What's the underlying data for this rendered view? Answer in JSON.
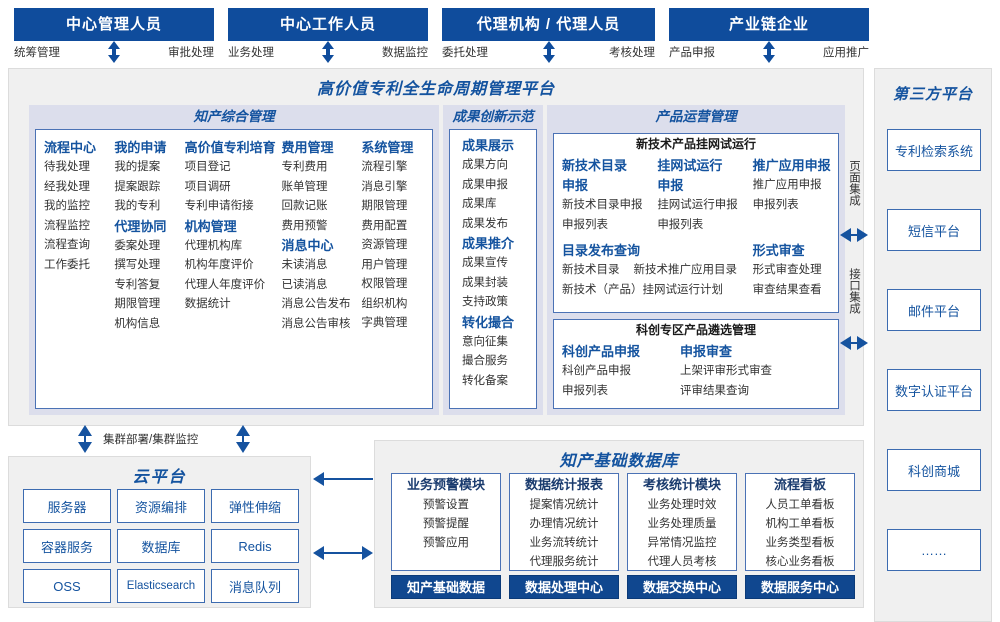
{
  "actors": [
    {
      "title": "中心管理人员",
      "left_label": "统筹管理",
      "right_label": "审批处理"
    },
    {
      "title": "中心工作人员",
      "left_label": "业务处理",
      "right_label": "数据监控"
    },
    {
      "title": "代理机构 / 代理人员",
      "left_label": "委托处理",
      "right_label": "考核处理"
    },
    {
      "title": "产业链企业",
      "left_label": "产品申报",
      "right_label": "应用推广"
    }
  ],
  "platform": {
    "title": "高价值专利全生命周期管理平台",
    "sections": {
      "ip_mgmt": {
        "title": "知产综合管理",
        "columns": [
          {
            "groups": [
              {
                "head": "流程中心",
                "items": [
                  "待我处理",
                  "经我处理",
                  "我的监控",
                  "流程监控",
                  "流程查询",
                  "工作委托"
                ]
              }
            ]
          },
          {
            "groups": [
              {
                "head": "我的申请",
                "items": [
                  "我的提案",
                  "提案跟踪",
                  "我的专利"
                ]
              },
              {
                "head": "代理协同",
                "items": [
                  "委案处理",
                  "撰写处理",
                  "专利答复",
                  "期限管理",
                  "机构信息"
                ]
              }
            ]
          },
          {
            "groups": [
              {
                "head": "高价值专利培育",
                "items": [
                  "项目登记",
                  "项目调研",
                  "专利申请衔接"
                ]
              },
              {
                "head": "机构管理",
                "items": [
                  "代理机构库",
                  "机构年度评价",
                  "代理人年度评价",
                  "数据统计"
                ]
              }
            ]
          },
          {
            "groups": [
              {
                "head": "费用管理",
                "items": [
                  "专利费用",
                  "账单管理",
                  "回款记账",
                  "费用预警"
                ]
              },
              {
                "head": "消息中心",
                "items": [
                  "未读消息",
                  "已读消息",
                  "消息公告发布",
                  "消息公告审核"
                ]
              }
            ]
          },
          {
            "groups": [
              {
                "head": "系统管理",
                "items": [
                  "流程引擎",
                  "消息引擎",
                  "期限管理",
                  "费用配置",
                  "资源管理",
                  "用户管理",
                  "权限管理",
                  "组织机构",
                  "字典管理"
                ]
              }
            ]
          }
        ]
      },
      "achievement": {
        "title": "成果创新示范",
        "groups": [
          {
            "head": "成果展示",
            "items": [
              "成果方向",
              "成果申报",
              "成果库",
              "成果发布"
            ]
          },
          {
            "head": "成果推介",
            "items": [
              "成果宣传",
              "成果封装",
              "支持政策"
            ]
          },
          {
            "head": "转化撮合",
            "items": [
              "意向征集",
              "撮合服务",
              "转化备案"
            ]
          }
        ]
      },
      "product_ops": {
        "title": "产品运营管理",
        "panel_a": {
          "title": "新技术产品挂网试运行",
          "row1": [
            {
              "head": "新技术目录申报",
              "items": [
                "新技术目录申报",
                "申报列表"
              ]
            },
            {
              "head": "挂网试运行申报",
              "items": [
                "挂网试运行申报",
                "申报列表"
              ]
            },
            {
              "head": "推广应用申报",
              "items": [
                "推广应用申报",
                "申报列表"
              ]
            }
          ],
          "row2_left": {
            "head": "目录发布查询",
            "items_inline": [
              "新技术目录",
              "新技术推广应用目录"
            ],
            "items": [
              "新技术（产品）挂网试运行计划"
            ]
          },
          "row2_right": {
            "head": "形式审查",
            "items": [
              "形式审查处理",
              "审查结果查看"
            ]
          }
        },
        "panel_b": {
          "title": "科创专区产品遴选管理",
          "columns": [
            {
              "head": "科创产品申报",
              "items": [
                "科创产品申报",
                "申报列表"
              ]
            },
            {
              "head": "申报审查",
              "items": [
                "上架评审形式审查",
                "评审结果查询"
              ]
            }
          ]
        }
      }
    }
  },
  "integration": {
    "page_integration": "页面集成",
    "api_integration": "接口集成"
  },
  "third_party": {
    "title": "第三方平台",
    "items": [
      "专利检索系统",
      "短信平台",
      "邮件平台",
      "数字认证平台",
      "科创商城",
      "……"
    ]
  },
  "cloud": {
    "cluster_label": "集群部署/集群监控",
    "title": "云平台",
    "cells": [
      "服务器",
      "资源编排",
      "弹性伸缩",
      "容器服务",
      "数据库",
      "Redis",
      "OSS",
      "Elasticsearch",
      "消息队列"
    ]
  },
  "database": {
    "title": "知产基础数据库",
    "columns": [
      {
        "head": "业务预警模块",
        "items": [
          "预警设置",
          "预警提醒",
          "预警应用"
        ],
        "foot": "知产基础数据"
      },
      {
        "head": "数据统计报表",
        "items": [
          "提案情况统计",
          "办理情况统计",
          "业务流转统计",
          "代理服务统计"
        ],
        "foot": "数据处理中心"
      },
      {
        "head": "考核统计模块",
        "items": [
          "业务处理时效",
          "业务处理质量",
          "异常情况监控",
          "代理人员考核"
        ],
        "foot": "数据交换中心"
      },
      {
        "head": "流程看板",
        "items": [
          "人员工单看板",
          "机构工单看板",
          "业务类型看板",
          "核心业务看板"
        ],
        "foot": "数据服务中心"
      }
    ]
  },
  "colors": {
    "primary_blue": "#0f4c9c",
    "title_blue": "#14539f",
    "section_band": "#dcdeec",
    "frame_bg": "#f0f0f0",
    "border_blue": "#3c6bb0"
  }
}
